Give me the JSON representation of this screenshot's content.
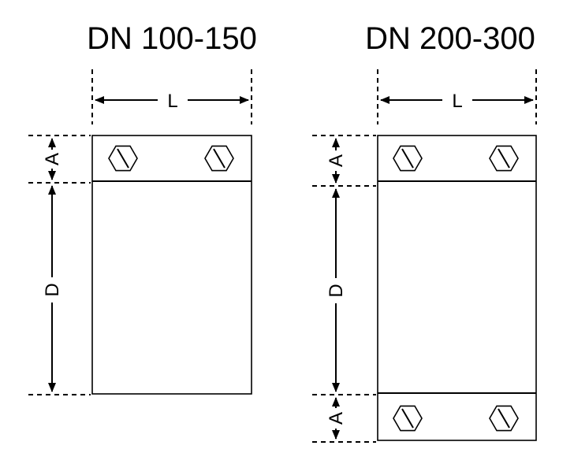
{
  "diagram_left": {
    "title": "DN 100-150",
    "label_length": "L",
    "label_a_top": "A",
    "label_depth": "D"
  },
  "diagram_right": {
    "title": "DN 200-300",
    "label_length": "L",
    "label_a_top": "A",
    "label_depth": "D",
    "label_a_bottom": "A"
  },
  "icons": {
    "bolt": "hexagon-bolt-icon",
    "arrow": "double-arrow-icon"
  }
}
